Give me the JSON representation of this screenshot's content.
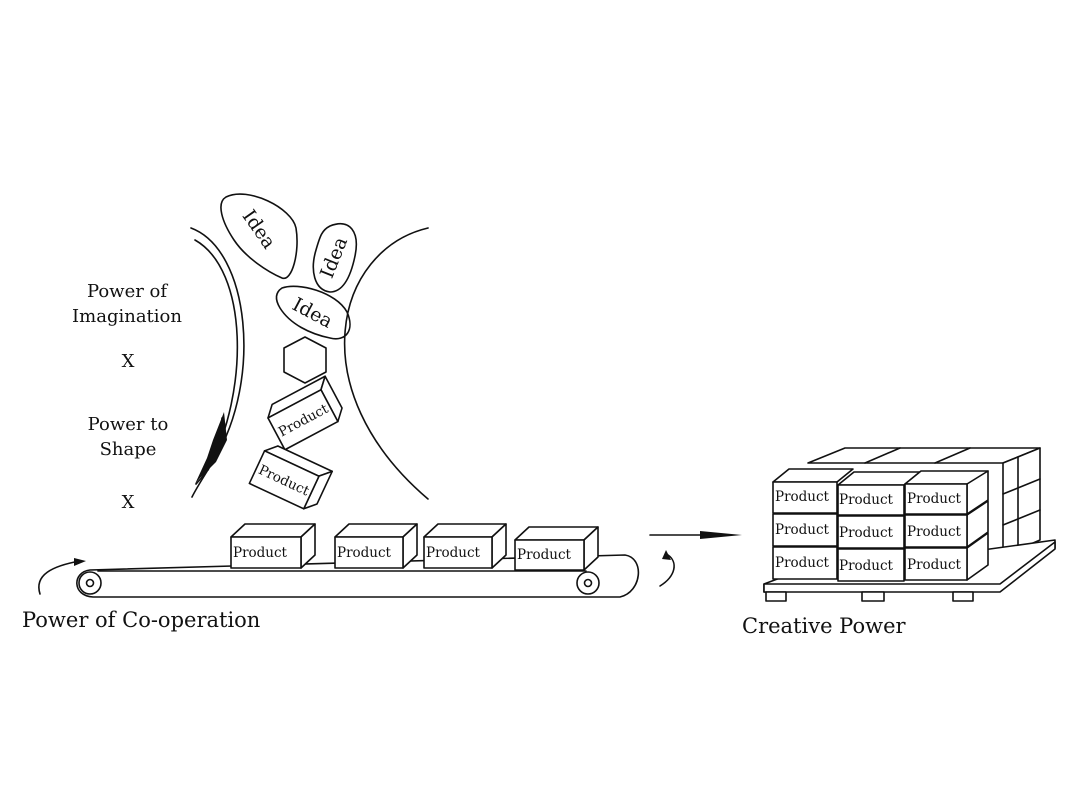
{
  "labels": {
    "imagination": [
      "Power of",
      "Imagination"
    ],
    "times_1": "X",
    "shape": [
      "Power to",
      "Shape"
    ],
    "times_2": "X",
    "cooperation": "Power of Co-operation",
    "creative": "Creative Power"
  },
  "idea_label": "Idea",
  "product_label": "Product",
  "ideas": [
    "Idea",
    "Idea",
    "Idea"
  ],
  "falling_products": [
    "Product",
    "Product"
  ],
  "conveyor_products": [
    "Product",
    "Product",
    "Product",
    "Product"
  ],
  "pallet_products": [
    [
      "Product",
      "Product",
      "Product"
    ],
    [
      "Product",
      "Product",
      "Product"
    ],
    [
      "Product",
      "Product",
      "Product"
    ]
  ]
}
